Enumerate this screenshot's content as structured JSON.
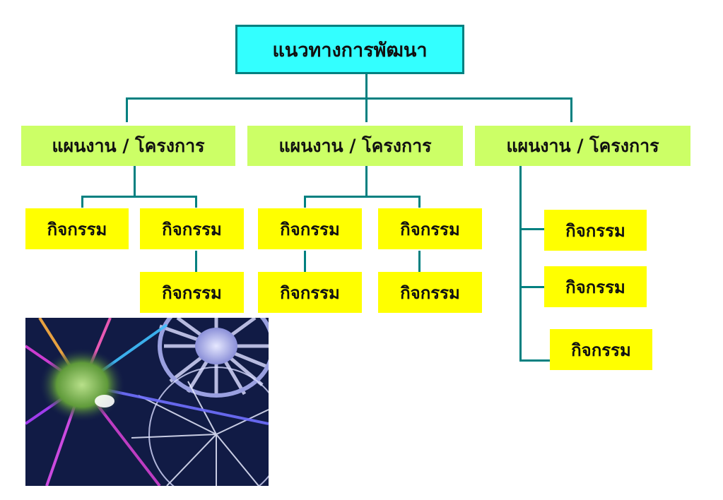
{
  "root": {
    "label": "แนวทางการพัฒนา"
  },
  "plans": [
    {
      "label": "แผนงาน / โครงการ"
    },
    {
      "label": "แผนงาน / โครงการ"
    },
    {
      "label": "แผนงาน / โครงการ"
    }
  ],
  "activities": [
    {
      "label": "กิจกรรม"
    },
    {
      "label": "กิจกรรม"
    },
    {
      "label": "กิจกรรม"
    },
    {
      "label": "กิจกรรม"
    },
    {
      "label": "กิจกรรม"
    },
    {
      "label": "กิจกรรม"
    },
    {
      "label": "กิจกรรม"
    },
    {
      "label": "กิจกรรม"
    },
    {
      "label": "กิจกรรม"
    },
    {
      "label": "กิจกรรม"
    }
  ],
  "colors": {
    "root_fill": "#33ffff",
    "root_border": "#008080",
    "plan_fill": "#ccff66",
    "activity_fill": "#ffff00",
    "connector": "#008080",
    "photo_background": "#0a0f3a"
  }
}
